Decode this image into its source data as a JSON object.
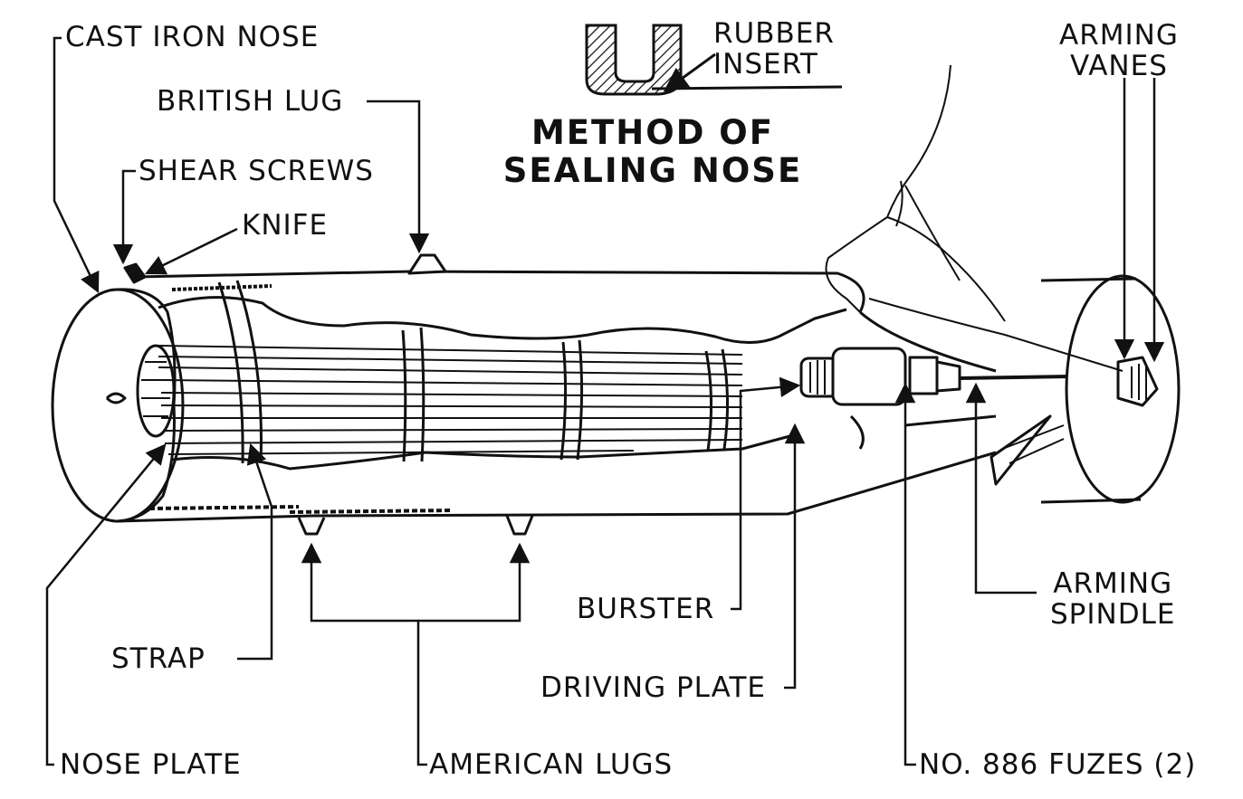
{
  "inset": {
    "title_line1": "METHOD OF",
    "title_line2": "SEALING NOSE",
    "rubber_insert_line1": "RUBBER",
    "rubber_insert_line2": "INSERT"
  },
  "labels": {
    "cast_iron_nose": "CAST IRON NOSE",
    "british_lug": "BRITISH LUG",
    "shear_screws": "SHEAR SCREWS",
    "knife": "KNIFE",
    "arming_vanes_line1": "ARMING",
    "arming_vanes_line2": "VANES",
    "arming_spindle_line1": "ARMING",
    "arming_spindle_line2": "SPINDLE",
    "burster": "BURSTER",
    "driving_plate": "DRIVING PLATE",
    "strap": "STRAP",
    "nose_plate": "NOSE PLATE",
    "american_lugs": "AMERICAN LUGS",
    "fuzes": "NO. 886 FUZES (2)"
  },
  "colors": {
    "ink": "#111111",
    "paper": "#ffffff"
  }
}
